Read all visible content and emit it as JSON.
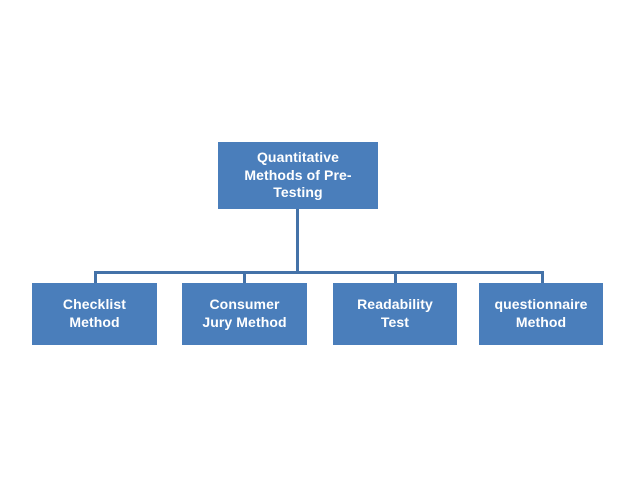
{
  "diagram": {
    "type": "hierarchy-tree",
    "background_color": "#ffffff",
    "node_fill_color": "#4A7EBB",
    "node_text_color": "#FFFFFF",
    "connector_color": "#4472A8",
    "root": {
      "label": "Quantitative Methods of Pre-Testing",
      "line1": "Quantitative",
      "line2": "Methods of Pre-",
      "line3": "Testing"
    },
    "children": [
      {
        "label": "Checklist Method",
        "line1": "Checklist",
        "line2": "Method"
      },
      {
        "label": "Consumer Jury Method",
        "line1": "Consumer",
        "line2": "Jury Method"
      },
      {
        "label": "Readability Test",
        "line1": "Readability",
        "line2": "Test"
      },
      {
        "label": "questionnaire Method",
        "line1": "questionnaire",
        "line2": "Method"
      }
    ]
  }
}
